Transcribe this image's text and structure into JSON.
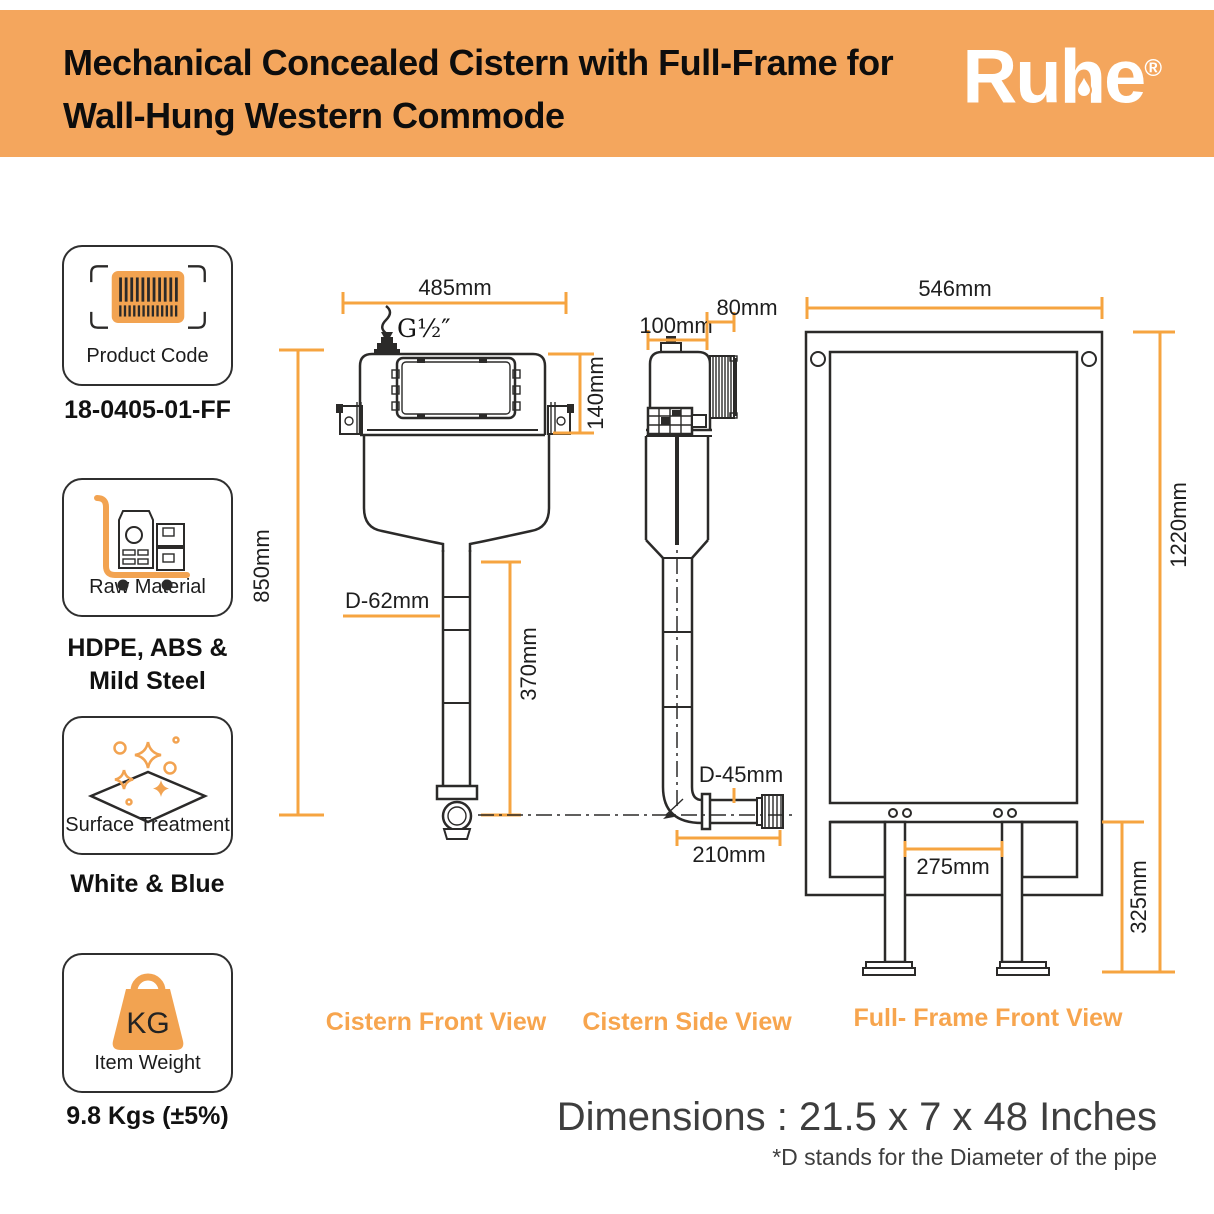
{
  "header": {
    "title_line1": "Mechanical Concealed Cistern with Full-Frame for",
    "title_line2": "Wall-Hung Western Commode",
    "brand": "Ruhe",
    "registered_mark": "®"
  },
  "cards": [
    {
      "icon": "barcode-icon",
      "label": "Product Code",
      "value": "18-0405-01-FF"
    },
    {
      "icon": "material-trolley-icon",
      "label": "Raw Material",
      "value": "HDPE, ABS & Mild Steel"
    },
    {
      "icon": "surface-sparkle-icon",
      "label": "Surface Treatment",
      "value": "White & Blue"
    },
    {
      "icon": "weight-bag-icon",
      "label": "Item Weight",
      "value": "9.8 Kgs (±5%)",
      "icon_text": "KG"
    }
  ],
  "views": {
    "front": {
      "caption": "Cistern Front View",
      "width": "485mm",
      "inlet": "G½″",
      "total_height": "850mm",
      "top_height": "140mm",
      "pipe_length": "370mm",
      "pipe_diameter": "D-62mm"
    },
    "side": {
      "caption": "Cistern Side View",
      "depth": "100mm",
      "plate_depth": "80mm",
      "outlet_run": "210mm",
      "outlet_diameter": "D-45mm"
    },
    "frame": {
      "caption": "Full- Frame Front View",
      "width": "546mm",
      "height": "1220mm",
      "leg_spacing": "275mm",
      "leg_height": "325mm"
    }
  },
  "footer": {
    "dimensions": "Dimensions : 21.5 x 7 x 48 Inches",
    "note": "*D stands for the Diameter of the pipe"
  },
  "colors": {
    "header_bg": "#F4A65D",
    "accent": "#F6A440",
    "line": "#2B2A29",
    "footer_text": "#3E3E3E"
  }
}
